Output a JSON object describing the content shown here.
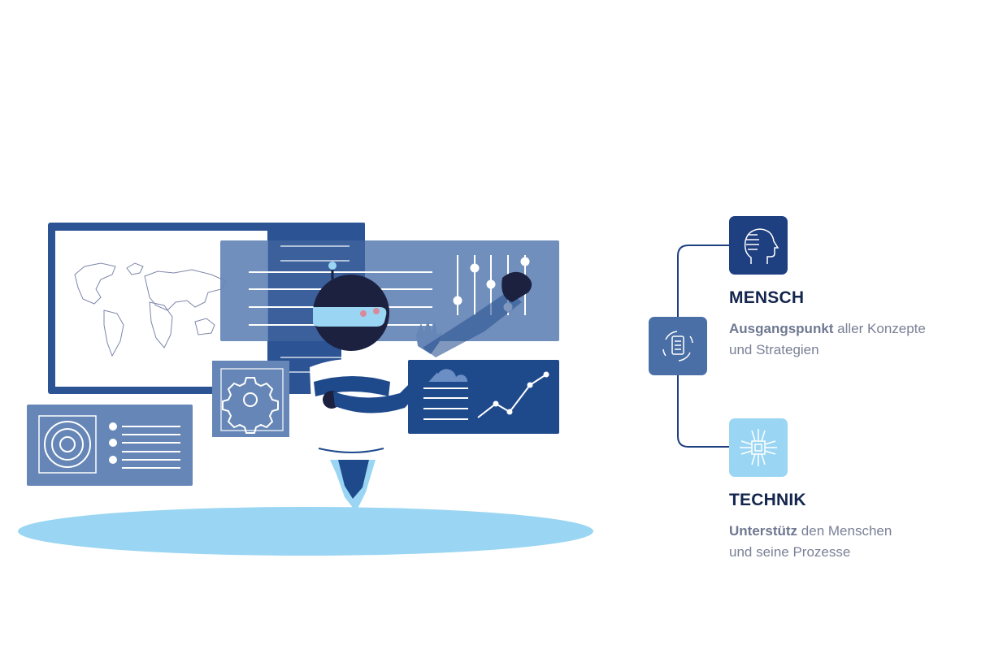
{
  "colors": {
    "navy": "#1e3f80",
    "panel": "#6586b6",
    "light_blue": "#9ad6f3",
    "dark_text": "#14254d",
    "grey_text": "#7a8196"
  },
  "icons": {
    "mensch": "human-head-icon",
    "center": "document-cycle-icon",
    "technik": "processor-chip-icon"
  },
  "mensch": {
    "title": "MENSCH",
    "desc_bold": "Ausgangspunkt",
    "desc_line1_rest": " aller Konzepte",
    "desc_line2": "und Strategien"
  },
  "technik": {
    "title": "TECHNIK",
    "desc_bold": "Unterstütz",
    "desc_line1_rest": " den Menschen",
    "desc_line2": "und seine Prozesse"
  }
}
